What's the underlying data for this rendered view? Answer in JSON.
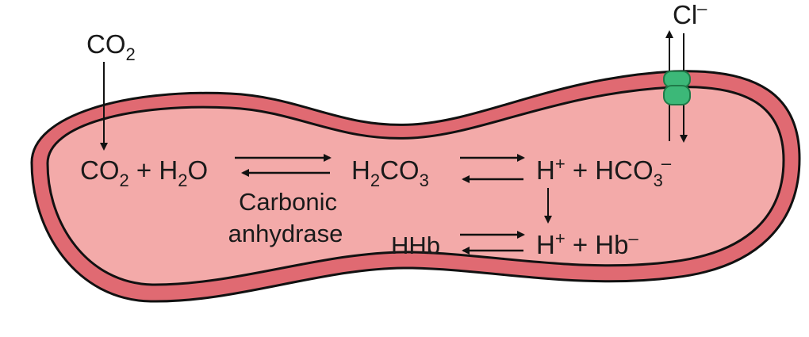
{
  "colors": {
    "membrane": "#e06a72",
    "cytoplasm": "#f3aaa9",
    "outline": "#111111",
    "channel": "#3cb878",
    "channel_dark": "#1f7a48"
  },
  "labels": {
    "co2_outside": {
      "main": "CO",
      "sub": "2"
    },
    "chloride": {
      "main": "Cl",
      "sup": "–"
    },
    "reaction1": {
      "co2": "CO",
      "co2_sub": "2",
      "plus": " + H",
      "h2o_sub": "2",
      "o": "O"
    },
    "carbonic_acid": {
      "h": "H",
      "h_sub": "2",
      "co": "CO",
      "co_sub": "3"
    },
    "products": {
      "h": "H",
      "h_sup": "+",
      "plus": " + HCO",
      "hco_sub": "3",
      "hco_sup": "–"
    },
    "enzyme_line1": "Carbonic",
    "enzyme_line2": "anhydrase",
    "hhb": "HHb",
    "buffer_products": {
      "h": "H",
      "h_sup": "+",
      "plus": " + Hb",
      "hb_sup": "–"
    }
  },
  "icons": [
    "down-arrow-icon",
    "equilibrium-arrows-icon",
    "bidirectional-transport-icon",
    "anion-exchanger-channel-icon"
  ]
}
